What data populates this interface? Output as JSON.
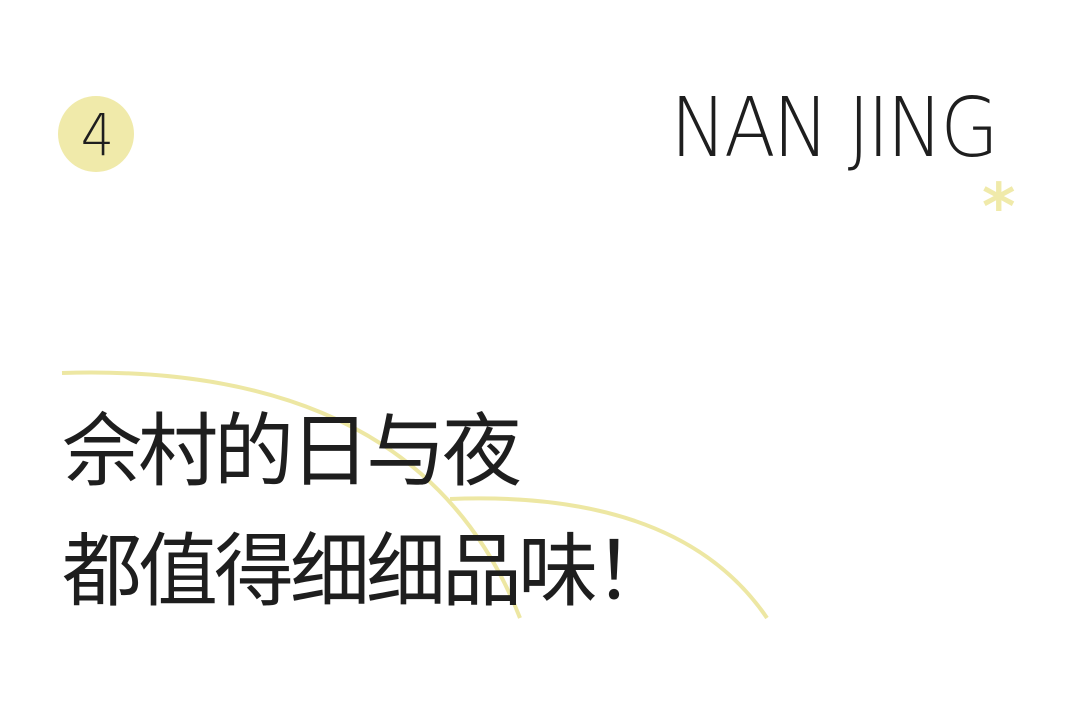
{
  "badge": {
    "number": "4"
  },
  "header": {
    "city": "NAN JING"
  },
  "decor": {
    "star_icon": "*",
    "accent_color": "#f0eaaa",
    "text_color": "#1e1e1e"
  },
  "headline": {
    "line1": "佘村的日与夜",
    "line2": "都值得细细品味！"
  }
}
